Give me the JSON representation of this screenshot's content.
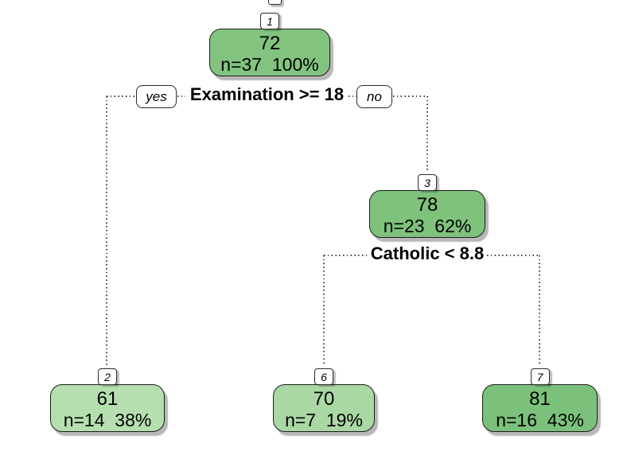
{
  "diagram": {
    "type": "decision-tree",
    "nodes": [
      {
        "id": "1",
        "value": "72",
        "stats": "n=37  100%",
        "fill": "#82C47F"
      },
      {
        "id": "2",
        "value": "61",
        "stats": "n=14  38%",
        "fill": "#B6DFB0"
      },
      {
        "id": "3",
        "value": "78",
        "stats": "n=23  62%",
        "fill": "#7EC27C"
      },
      {
        "id": "6",
        "value": "70",
        "stats": "n=7  19%",
        "fill": "#AAD8A4"
      },
      {
        "id": "7",
        "value": "81",
        "stats": "n=16  43%",
        "fill": "#7CC17B"
      }
    ],
    "splits": [
      {
        "label": "Examination >= 18",
        "yes_label": "yes",
        "no_label": "no"
      },
      {
        "label": "Catholic < 8.8"
      }
    ],
    "colors": {
      "background": "#ffffff",
      "dotted_line": "#3d3d3d",
      "node_border": "#1c1c1c",
      "badge_background": "#ffffff"
    }
  }
}
